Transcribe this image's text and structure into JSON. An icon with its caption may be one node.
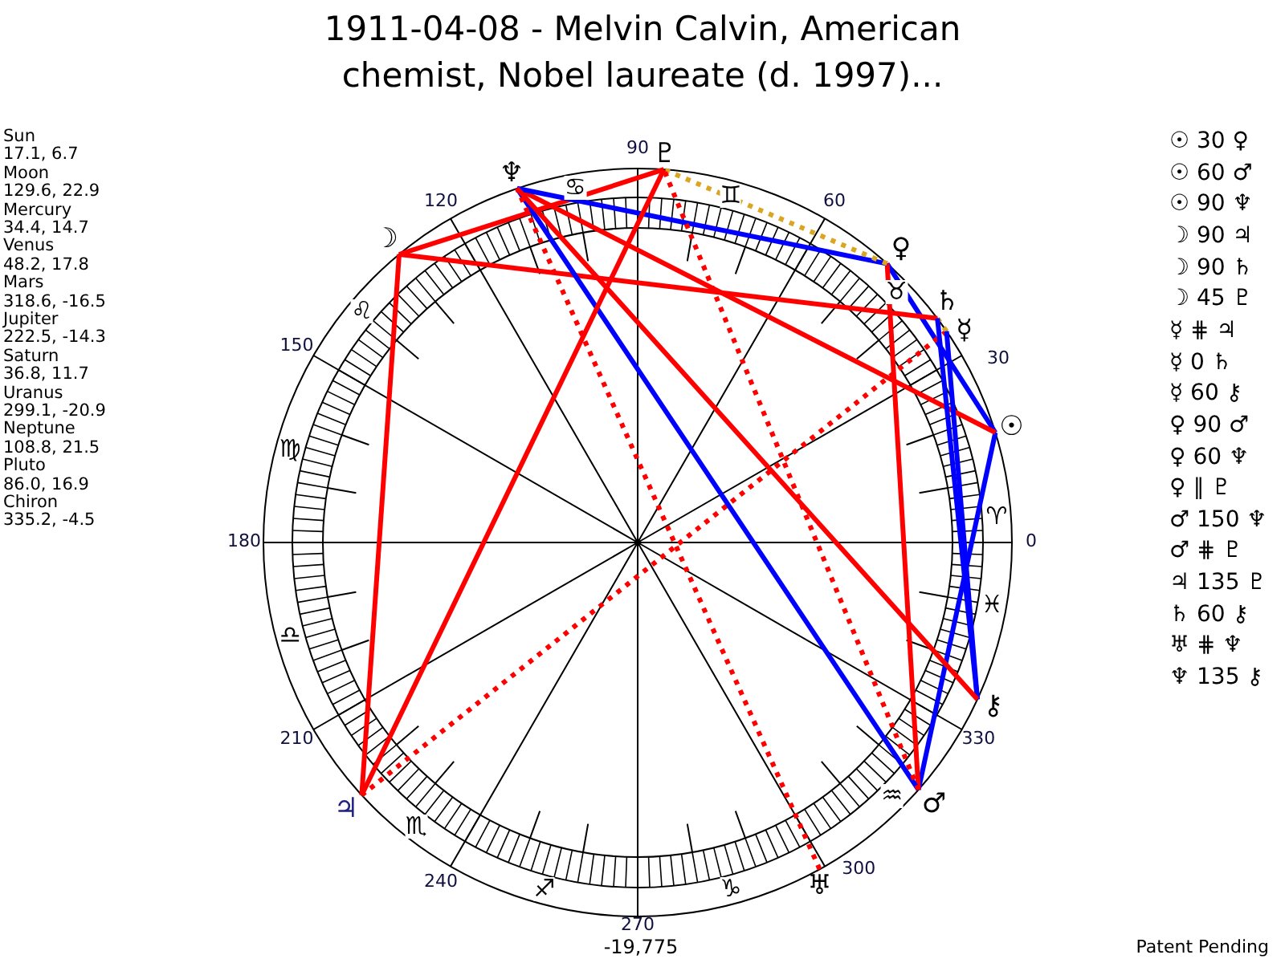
{
  "diagram": {
    "title": "1911-04-08 - Melvin Calvin, American chemist, Nobel laureate (d. 1997)...",
    "nodes": [
      {
        "text": [
          "☉"
        ]
      },
      {
        "text": [
          "☽"
        ]
      },
      {
        "text": [
          "☿"
        ]
      },
      {
        "text": [
          "♀"
        ]
      },
      {
        "text": [
          "♂"
        ]
      },
      {
        "text": [
          "♃"
        ]
      },
      {
        "text": [
          "♄"
        ]
      },
      {
        "text": [
          "♅"
        ]
      },
      {
        "text": [
          "♆"
        ]
      },
      {
        "text": [
          "♇"
        ]
      },
      {
        "text": [
          "⚷"
        ]
      }
    ],
    "edges": [
      {
        "from": 0,
        "to": 3,
        "arrow": "none",
        "color": "#0000ff"
      },
      {
        "from": 0,
        "to": 4,
        "arrow": "none",
        "color": "#0000ff"
      },
      {
        "from": 0,
        "to": 8,
        "arrow": "none"
      },
      {
        "from": 1,
        "to": 5,
        "arrow": "none"
      },
      {
        "from": 1,
        "to": 6,
        "arrow": "none"
      },
      {
        "from": 1,
        "to": 9,
        "arrow": "none"
      },
      {
        "from": 2,
        "to": 5,
        "arrow": "none",
        "style": "dashed"
      },
      {
        "from": 2,
        "to": 6,
        "arrow": "none",
        "style": "dashed",
        "color": "#daa520"
      },
      {
        "from": 2,
        "to": 10,
        "arrow": "none",
        "color": "#0000ff"
      },
      {
        "from": 3,
        "to": 4,
        "arrow": "none"
      },
      {
        "from": 3,
        "to": 8,
        "arrow": "none",
        "color": "#0000ff"
      },
      {
        "from": 3,
        "to": 9,
        "arrow": "none",
        "style": "dashed",
        "color": "#daa520"
      },
      {
        "from": 4,
        "to": 8,
        "arrow": "none",
        "color": "#0000ff"
      },
      {
        "from": 4,
        "to": 9,
        "arrow": "none",
        "style": "dashed"
      },
      {
        "from": 5,
        "to": 9,
        "arrow": "none"
      },
      {
        "from": 6,
        "to": 10,
        "arrow": "none",
        "color": "#0000ff"
      },
      {
        "from": 7,
        "to": 8,
        "arrow": "none",
        "style": "dashed"
      },
      {
        "from": 8,
        "to": 10,
        "arrow": "none"
      }
    ],
    "labels": [
      "Sun",
      "17.1, 6.7",
      "Moon",
      "129.6, 22.9",
      "Mercury",
      "34.4, 14.7",
      "Venus",
      "48.2, 17.8",
      "Mars",
      "318.6, -16.5",
      "Jupiter",
      "222.5, -14.3",
      "Saturn",
      "36.8, 11.7",
      "Uranus",
      "299.1, -20.9",
      "Neptune",
      "108.8, 21.5",
      "Pluto",
      "86.0, 16.9",
      "Chiron",
      "335.2, -4.5",
      "0",
      "30",
      "60",
      "90",
      "120",
      "150",
      "180",
      "210",
      "240",
      "270",
      "300",
      "330",
      "♈",
      "♉",
      "♊",
      "♋",
      "♌",
      "♍",
      "♎",
      "♏",
      "♐",
      "♑",
      "♒",
      "♓",
      "-19,775",
      "☉ 30 ♀",
      "☉ 60 ♂",
      "☉ 90 ♆",
      "☽ 90 ♃",
      "☽ 90 ♄",
      "☽ 45 ♇",
      "☿ ⋕ ♃",
      "☿ 0 ♄",
      "☿ 60 ⚷",
      "♀ 90 ♂",
      "♀ 60 ♆",
      "♀ ∥ ♇",
      "♂ 150 ♆",
      "♂ ⋕ ♇",
      "♃ 135 ♇",
      "♄ 60 ⚷",
      "♅ ⋕ ♆",
      "♆ 135 ⚷",
      "Patent Pending"
    ]
  }
}
